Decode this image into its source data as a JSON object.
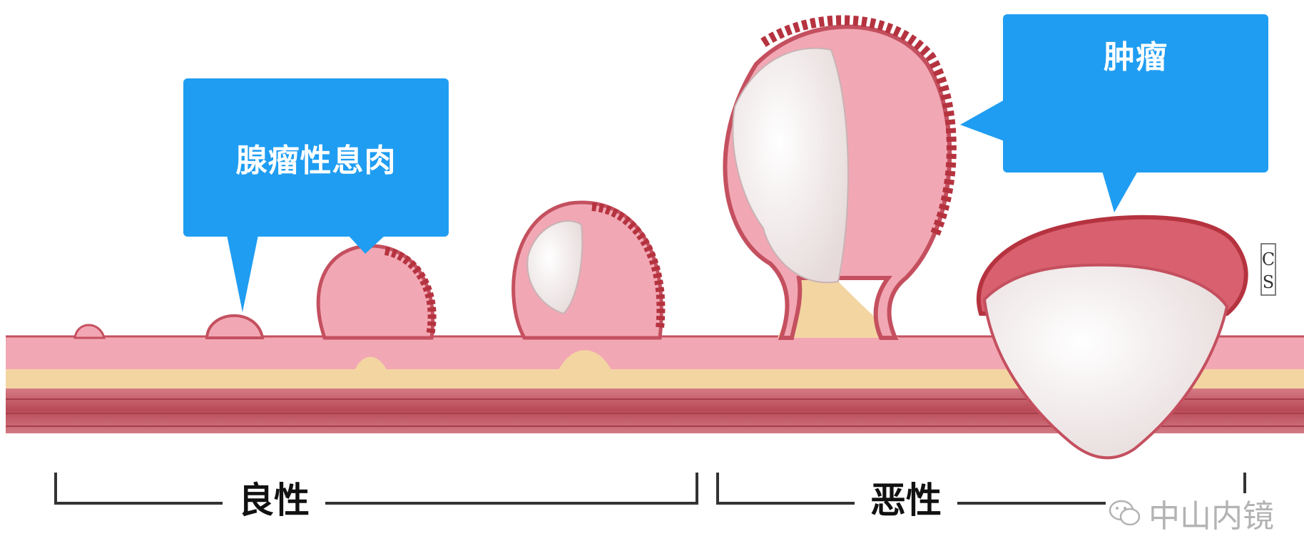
{
  "callouts": {
    "polyp": "腺瘤性息肉",
    "tumor": "肿瘤"
  },
  "labels": {
    "benign": "良性",
    "malignant": "恶性"
  },
  "watermark": {
    "text": "中山内镜",
    "icon": "wechat-icon"
  },
  "colors": {
    "callout": "#1f9df2",
    "mucosa": "#f2a7b4",
    "mucosa_edge": "#c4505f",
    "submucosa": "#f3d5a2",
    "muscle": "#c9606a",
    "necrotic": "#f4eeee",
    "bracket": "#333333"
  }
}
